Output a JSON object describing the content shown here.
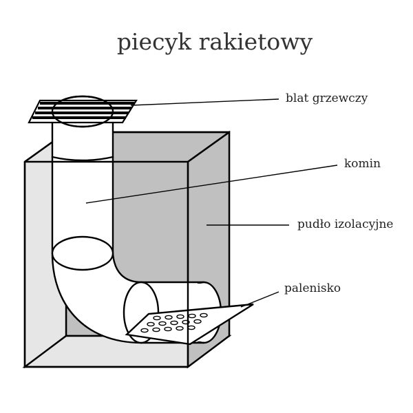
{
  "title": "piecyk rakietowy",
  "labels": {
    "heating_plate": "blat grzewczy",
    "chimney": "komin",
    "insulation_box": "pudło izolacyjne",
    "firebox": "palenisko"
  },
  "colors": {
    "line": "#000000",
    "box_back_fill": "#c0c0c0",
    "box_side_fill": "#e6e6e6",
    "pipe_fill": "#ffffff",
    "background": "#ffffff"
  }
}
